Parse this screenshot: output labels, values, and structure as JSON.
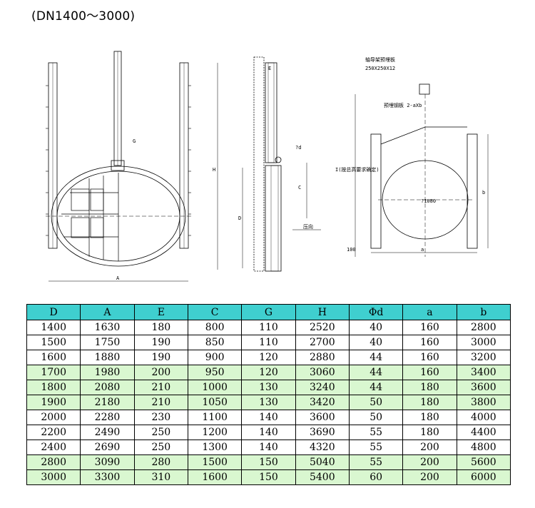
{
  "title": "(DN1400～3000)",
  "drawing": {
    "front": {
      "dim_g": "G",
      "dim_h": "H",
      "dim_a": "A"
    },
    "side": {
      "dim_e": "E",
      "dim_phi_d": "?d",
      "dim_c": "C",
      "dim_d": "D",
      "pressure_label": "压向"
    },
    "plan": {
      "top_plate_label": "轴导架预埋板",
      "top_plate_size": "250X250X12",
      "steel_plate_label": "预埋钢板 2-aXb",
      "diameter_label": "?1080",
      "vertical_label": "I(按总高要求确定)",
      "dim_100": "100",
      "dim_a": "a",
      "dim_b": "b"
    }
  },
  "table": {
    "headers": [
      "D",
      "A",
      "E",
      "C",
      "G",
      "H",
      "Φd",
      "a",
      "b"
    ],
    "rows": [
      [
        "1400",
        "1630",
        "180",
        "800",
        "110",
        "2520",
        "40",
        "160",
        "2800"
      ],
      [
        "1500",
        "1750",
        "190",
        "850",
        "110",
        "2700",
        "40",
        "160",
        "3000"
      ],
      [
        "1600",
        "1880",
        "190",
        "900",
        "120",
        "2880",
        "44",
        "160",
        "3200"
      ],
      [
        "1700",
        "1980",
        "200",
        "950",
        "120",
        "3060",
        "44",
        "160",
        "3400"
      ],
      [
        "1800",
        "2080",
        "210",
        "1000",
        "130",
        "3240",
        "44",
        "180",
        "3600"
      ],
      [
        "1900",
        "2180",
        "210",
        "1050",
        "130",
        "3420",
        "50",
        "180",
        "3800"
      ],
      [
        "2000",
        "2280",
        "230",
        "1100",
        "140",
        "3600",
        "50",
        "180",
        "4000"
      ],
      [
        "2200",
        "2490",
        "250",
        "1200",
        "140",
        "3690",
        "55",
        "180",
        "4400"
      ],
      [
        "2400",
        "2690",
        "250",
        "1300",
        "140",
        "4320",
        "55",
        "200",
        "4800"
      ],
      [
        "2800",
        "3090",
        "280",
        "1500",
        "150",
        "5040",
        "55",
        "200",
        "5600"
      ],
      [
        "3000",
        "3300",
        "310",
        "1600",
        "150",
        "5400",
        "60",
        "200",
        "6000"
      ]
    ],
    "row_styles": [
      "white",
      "white",
      "white",
      "green",
      "green",
      "green",
      "white",
      "white",
      "white",
      "green",
      "green"
    ],
    "colors": {
      "header_bg": "#3fcfcf",
      "highlight_row_bg": "#d9f7d0",
      "plain_row_bg": "#ffffff"
    }
  }
}
